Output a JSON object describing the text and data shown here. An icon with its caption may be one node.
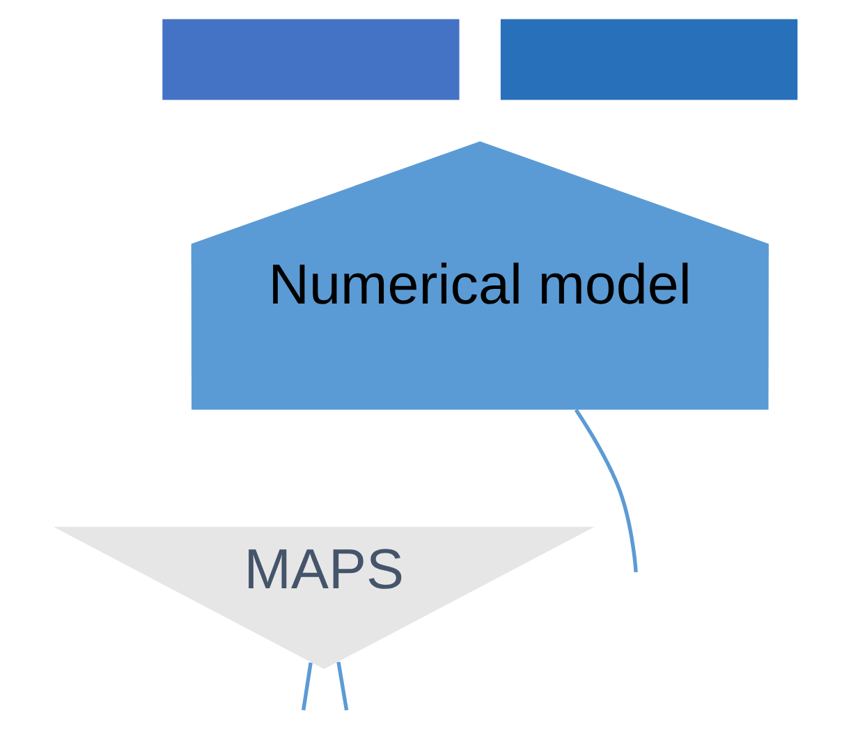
{
  "diagram": {
    "nodes": [
      {
        "text": [],
        "shape": "box"
      },
      {
        "text": [],
        "shape": "box"
      },
      {
        "text": [
          "Numerical model"
        ]
      },
      {
        "text": [
          "MAPS"
        ]
      }
    ],
    "edges": [
      {
        "from": 2,
        "to": null,
        "arrow": "none"
      },
      {
        "from": 3,
        "to": null,
        "arrow": "none"
      },
      {
        "from": 3,
        "to": null,
        "arrow": "none"
      }
    ]
  }
}
